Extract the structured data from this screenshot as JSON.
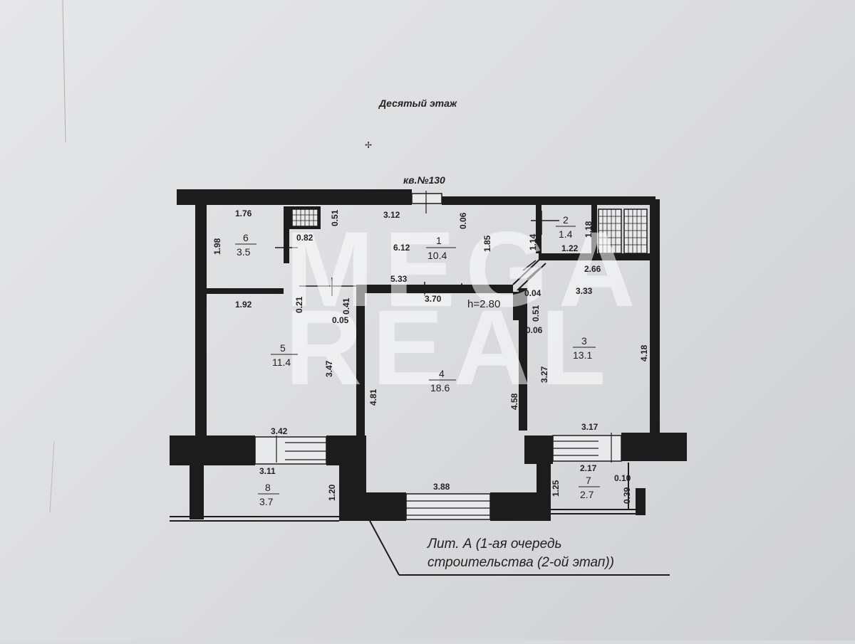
{
  "floor_title": "Десятый этаж",
  "apartment_label": "кв.№130",
  "ceiling_height": "h=2.80",
  "caption_line1": "Лит. А (1-ая очередь",
  "caption_line2": "строительства (2-ой этап))",
  "watermark": {
    "line1": "MEGA",
    "line2": "REAL"
  },
  "rooms": [
    {
      "number": "1",
      "area": "10.4"
    },
    {
      "number": "2",
      "area": "1.4"
    },
    {
      "number": "3",
      "area": "13.1"
    },
    {
      "number": "4",
      "area": "18.6"
    },
    {
      "number": "5",
      "area": "11.4"
    },
    {
      "number": "6",
      "area": "3.5"
    },
    {
      "number": "7",
      "area": "2.7"
    },
    {
      "number": "8",
      "area": "3.7"
    }
  ],
  "dimensions": {
    "d_1_76": "1.76",
    "d_0_51a": "0.51",
    "d_3_12": "3.12",
    "d_0_06a": "0.06",
    "d_0_82": "0.82",
    "d_1_98": "1.98",
    "d_6_12": "6.12",
    "d_1_85": "1.85",
    "d_1_14": "1.14",
    "d_1_18": "1.18",
    "d_1_22": "1.22",
    "d_2_66": "2.66",
    "d_5_33": "5.33",
    "d_0_04": "0.04",
    "d_3_33": "3.33",
    "d_1_92": "1.92",
    "d_0_21": "0.21",
    "d_0_41": "0.41",
    "d_3_70": "3.70",
    "d_0_05": "0.05",
    "d_0_51b": "0.51",
    "d_0_06b": "0.06",
    "d_3_47": "3.47",
    "d_3_27": "3.27",
    "d_4_18": "4.18",
    "d_4_81": "4.81",
    "d_4_58": "4.58",
    "d_3_42": "3.42",
    "d_3_17": "3.17",
    "d_3_11": "3.11",
    "d_1_20": "1.20",
    "d_2_17": "2.17",
    "d_0_10": "0.10",
    "d_1_25": "1.25",
    "d_0_39": "0.39",
    "d_3_88": "3.88"
  }
}
